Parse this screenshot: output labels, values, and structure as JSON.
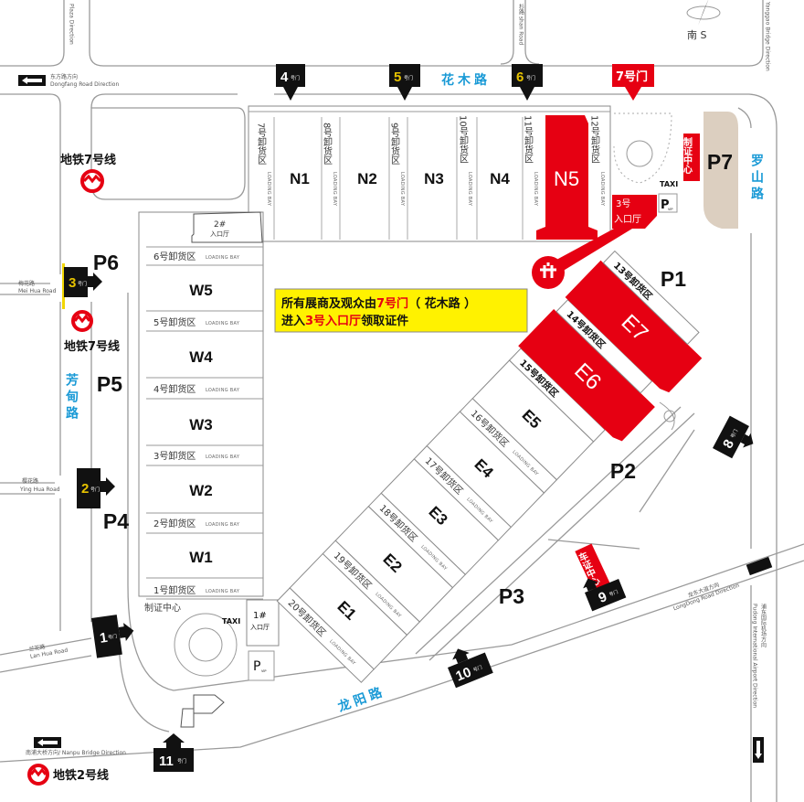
{
  "colors": {
    "red": "#e60012",
    "beige": "#dccfc0",
    "gate": "#111111",
    "road_name": "#1a9ad6",
    "notice_bg": "#fff200"
  },
  "compass": {
    "label": "南 S"
  },
  "roads": {
    "huamu": "花木路",
    "luoshan": "罗山路",
    "fangdian": "芳甸路",
    "longyang": "龙阳路"
  },
  "directions": {
    "dongfang_cn": "东方路方向",
    "dongfang_en": "Dongfang Road Direction",
    "plaza_en": "Plaza Direction",
    "shan_road": "杉路 shan Road",
    "yanggao": "Yanggao Bridge Direction",
    "meihua_cn": "梅花路",
    "meihua_en": "Mei Hua Road",
    "yinghua_cn": "樱花路",
    "yinghua_en": "Ying Hua Road",
    "lanhua_cn": "兰花路",
    "lanhua_en": "Lan Hua Road",
    "nanpu": "南浦大桥方向/ Nanpu Bridge Direction",
    "longdong_cn": "龙东大道方向",
    "longdong_en": "LongDong Road Direction",
    "airport_cn": "浦东国际机场方向",
    "airport_en": "Pudong International Airport Direction"
  },
  "metro": {
    "line7": "地铁7号线",
    "line2": "地铁2号线"
  },
  "gates": [
    {
      "num": "1",
      "suffix": "号门"
    },
    {
      "num": "2",
      "suffix": "号门"
    },
    {
      "num": "3",
      "suffix": "号门"
    },
    {
      "num": "4",
      "suffix": "号门"
    },
    {
      "num": "5",
      "suffix": "号门"
    },
    {
      "num": "6",
      "suffix": "号门"
    },
    {
      "num": "7号门",
      "suffix": ""
    },
    {
      "num": "8",
      "suffix": "号门"
    },
    {
      "num": "9",
      "suffix": "号门"
    },
    {
      "num": "10",
      "suffix": "号门"
    },
    {
      "num": "11",
      "suffix": "号门"
    }
  ],
  "north_halls": [
    "N1",
    "N2",
    "N3",
    "N4",
    "N5"
  ],
  "north_bays": [
    "7号卸货区",
    "8号卸货区",
    "9号卸货区",
    "10号卸货区",
    "11号卸货区",
    "12号卸货区"
  ],
  "west_halls": [
    "W5",
    "W4",
    "W3",
    "W2",
    "W1"
  ],
  "west_bays": [
    "6号卸货区",
    "5号卸货区",
    "4号卸货区",
    "3号卸货区",
    "2号卸货区",
    "1号卸货区"
  ],
  "east_halls": [
    "E1",
    "E2",
    "E3",
    "E4",
    "E5",
    "E6",
    "E7"
  ],
  "east_bays": [
    "20号卸货区",
    "19号卸货区",
    "18号卸货区",
    "17号卸货区",
    "16号卸货区",
    "15号卸货区",
    "14号卸货区",
    "13号卸货区"
  ],
  "loading_bay": "LOADING BAY",
  "parking": [
    "P1",
    "P2",
    "P3",
    "P4",
    "P5",
    "P6",
    "P7"
  ],
  "entrances": {
    "e1_line1": "1#",
    "e1_line2": "入口厅",
    "e2_line1": "2#",
    "e2_line2": "入口厅",
    "e3_line1": "3号",
    "e3_line2": "入口厅"
  },
  "cert_center": "制证中心",
  "car_cert_center": "车证中心",
  "taxi": "TAXI",
  "vip_parking": {
    "p": "P",
    "sub": "VIP"
  },
  "notice": {
    "l1a": "所有展商及观众由",
    "l1b": "7号门",
    "l1c": "（ 花木路 ）",
    "l2a": "进入",
    "l2b": "3号入口厅",
    "l2c": "领取证件"
  }
}
